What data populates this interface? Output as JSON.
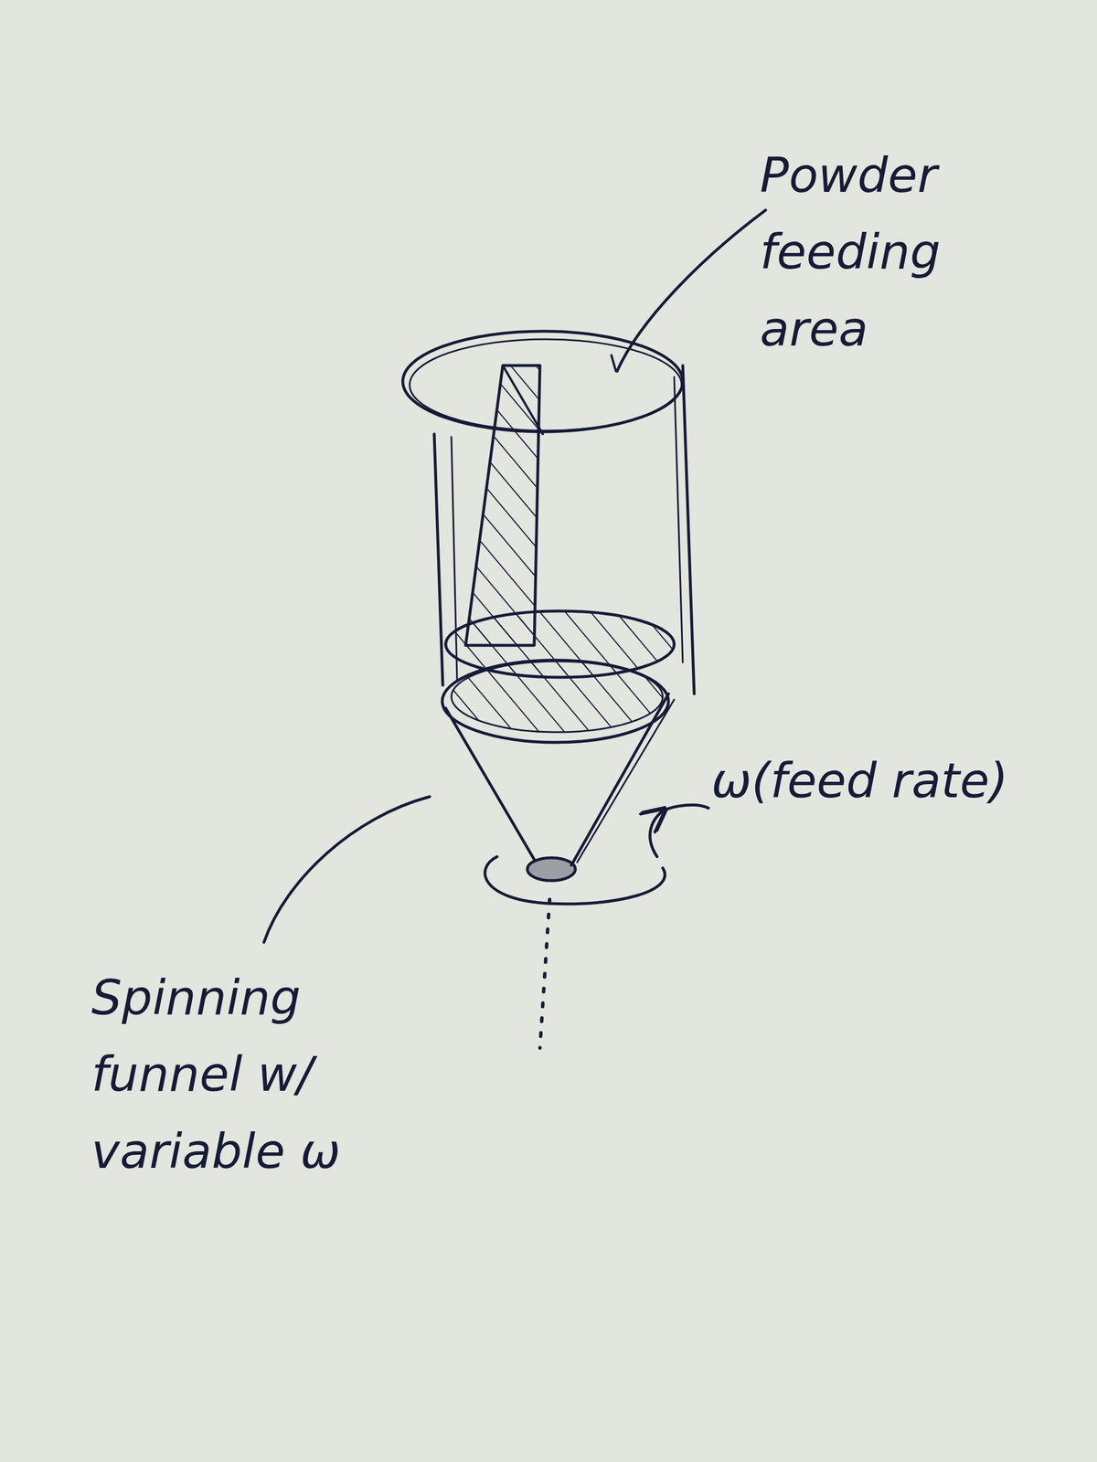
{
  "diagram": {
    "labels": [
      "Powder feeding area",
      "ω(feed rate)",
      "Spinning funnel w/ variable ω"
    ]
  }
}
